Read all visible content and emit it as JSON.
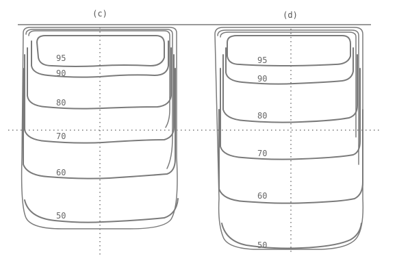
{
  "panels": [
    {
      "id": "c",
      "label": "(c)",
      "contour_levels": [
        "95",
        "90",
        "80",
        "70",
        "60",
        "50"
      ]
    },
    {
      "id": "d",
      "label": "(d)",
      "contour_levels": [
        "95",
        "90",
        "80",
        "70",
        "60",
        "50"
      ]
    }
  ],
  "colors": {
    "contour_stroke": "#7a7a7a",
    "crosshair": "#777777",
    "top_rule": "#333333",
    "label_text": "#666666"
  }
}
